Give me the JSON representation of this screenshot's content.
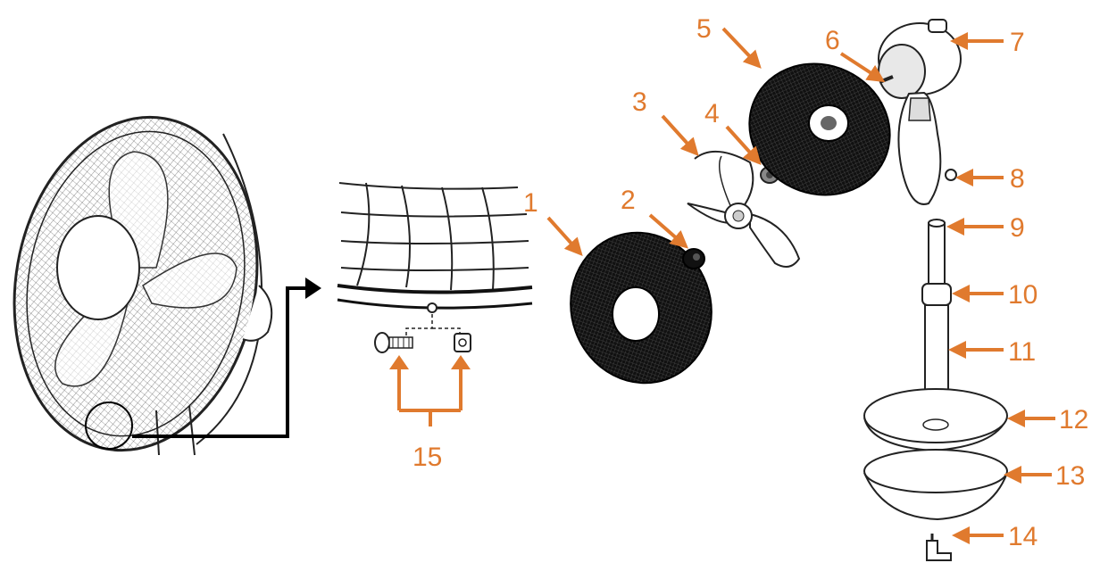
{
  "colors": {
    "callout": "#e07a2e",
    "line": "#222222",
    "dark": "#111111",
    "arrow": "#000000"
  },
  "callouts": {
    "c1": "1",
    "c2": "2",
    "c3": "3",
    "c4": "4",
    "c5": "5",
    "c6": "6",
    "c7": "7",
    "c8": "8",
    "c9": "9",
    "c10": "10",
    "c11": "11",
    "c12": "12",
    "c13": "13",
    "c14": "14",
    "c15": "15"
  },
  "icons": {
    "assembled": "assembled-fan-icon",
    "detail": "screw-nut-detail-icon",
    "front_grille": "front-grille-icon",
    "spinner": "spinner-cap-icon",
    "blade": "fan-blade-icon",
    "rear_grille": "rear-grille-icon",
    "motor": "motor-housing-icon",
    "pole": "pole-icon",
    "base": "base-icon"
  }
}
